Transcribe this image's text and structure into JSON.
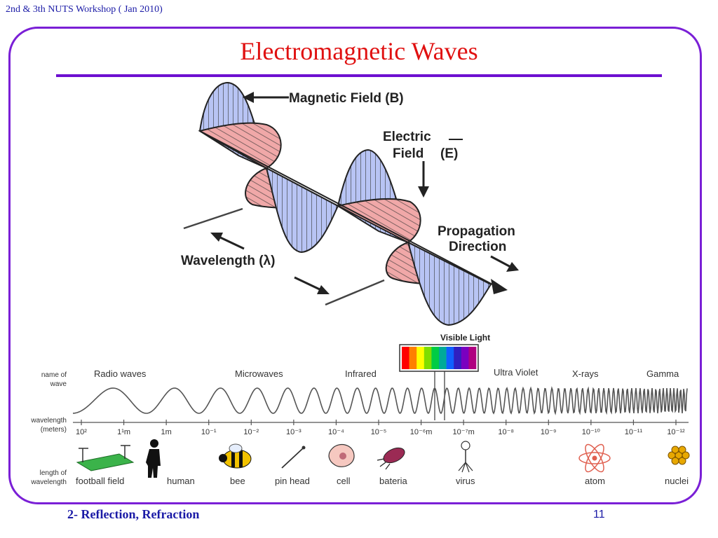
{
  "header_note": "2nd & 3th NUTS Workshop ( Jan 2010)",
  "title": "Electromagnetic Waves",
  "wave_diagram": {
    "magnetic_label": "Magnetic Field (B)",
    "electric_label_1": "Electric",
    "electric_label_2": "Field",
    "electric_symbol": "(E)",
    "propagation_label_1": "Propagation",
    "propagation_label_2": "Direction",
    "wavelength_label": "Wavelength (λ)"
  },
  "spectrum": {
    "visible_label": "Visible Light",
    "row_label_name": [
      "name of",
      "wave"
    ],
    "row_label_wavelength": [
      "wavelength",
      "(meters)"
    ],
    "row_label_length": [
      "length of",
      "wavelength"
    ],
    "wave_names": [
      "Radio waves",
      "Microwaves",
      "Infrared",
      "Ultra Violet",
      "X-rays",
      "Gamma"
    ],
    "tick_labels": [
      "10²",
      "1¹m",
      "1m",
      "10⁻¹",
      "10⁻²",
      "10⁻³",
      "10⁻⁴",
      "10⁻⁵",
      "10⁻⁶m",
      "10⁻⁷m",
      "10⁻⁸",
      "10⁻⁹",
      "10⁻¹⁰",
      "10⁻¹¹",
      "10⁻¹²"
    ],
    "objects": [
      "football field",
      "human",
      "bee",
      "pin head",
      "cell",
      "bateria",
      "virus",
      "atom",
      "nuclei"
    ],
    "visible_colors": [
      "#ff0000",
      "#ff7f00",
      "#ffff00",
      "#7fdd00",
      "#00cc44",
      "#00aa99",
      "#1060ff",
      "#3020c0",
      "#7a00c0",
      "#b00080"
    ]
  },
  "footer": {
    "left": "2- Reflection, Refraction",
    "page_number": "11"
  }
}
